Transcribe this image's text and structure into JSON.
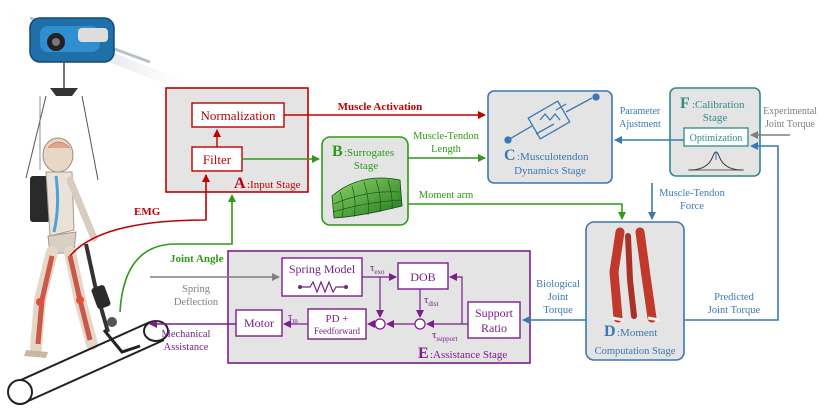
{
  "colors": {
    "red": "#c00000",
    "green": "#2e9a16",
    "blue": "#3a78b5",
    "purple": "#7a1f8a",
    "teal": "#2f8a8a",
    "gray": "#7f7f7f",
    "box_fill": "#e4e4e4",
    "muscle": "#c0392b"
  },
  "stages": {
    "A": {
      "letter": "A",
      "title": ":Input Stage",
      "normalization": "Normalization",
      "filter": "Filter"
    },
    "B": {
      "letter": "B",
      "title": ":Surrogates",
      "title2": "Stage"
    },
    "C": {
      "letter": "C",
      "title": ":Musculotendon",
      "title2": "Dynamics Stage"
    },
    "D": {
      "letter": "D",
      "title": ":Moment",
      "title2": "Computation Stage"
    },
    "E": {
      "letter": "E",
      "title": ":Assistance Stage",
      "spring_model": "Spring Model",
      "dob": "DOB",
      "motor": "Motor",
      "pd_line1": "PD +",
      "pd_line2": "Feedforward",
      "support_line1": "Support",
      "support_line2": "Ratio"
    },
    "F": {
      "letter": "F",
      "title": ":Calibration",
      "title2": "Stage",
      "optimization": "Optimization"
    }
  },
  "signals": {
    "muscle_activation": "Muscle Activation",
    "mt_length_1": "Muscle-Tendon",
    "mt_length_2": "Length",
    "moment_arm": "Moment arm",
    "emg": "EMG",
    "joint_angle": "Joint Angle",
    "spring_def_1": "Spring",
    "spring_def_2": "Deflection",
    "mech_assist_1": "Mechanical",
    "mech_assist_2": "Assistance",
    "param_adj_1": "Parameter",
    "param_adj_2": "Ajustment",
    "exp_torque_1": "Experimental",
    "exp_torque_2": "Joint  Torque",
    "mt_force_1": "Muscle-Tendon",
    "mt_force_2": "Force",
    "bio_torque_1": "Biological",
    "bio_torque_2": "Joint",
    "bio_torque_3": "Torque",
    "pred_torque_1": "Predicted",
    "pred_torque_2": "Joint  Torque",
    "tau_exo": "τ",
    "tau_exo_sub": "exo",
    "tau_dist": "τ",
    "tau_dist_sub": "dist",
    "tau_support": "τ",
    "tau_support_sub": "support",
    "tau_m": "τ",
    "tau_m_sub": "m"
  }
}
